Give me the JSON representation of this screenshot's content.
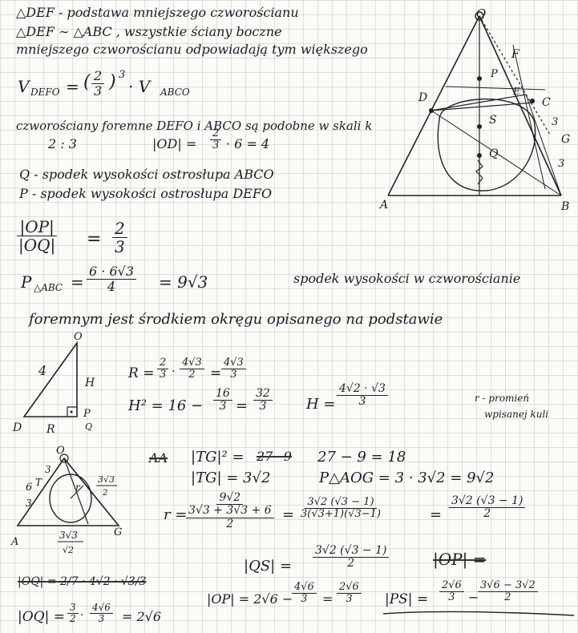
{
  "notes": {
    "line1": "△DEF - podstawa mniejszego czworościanu",
    "line2": "△DEF ∼ △ABC , wszystkie ściany boczne",
    "line3": "mniejszego czworościanu odpowiadają tym większego",
    "volume_lhs": "V",
    "volume_lhs_sub": "DEFO",
    "volume_eq": "=",
    "volume_frac_num": "2",
    "volume_frac_den": "3",
    "volume_exp": "3",
    "volume_rhs": "· V",
    "volume_rhs_sub": "ABCO",
    "line5": "czworościany foremne DEFO i ABCO są podobne w skali k",
    "ratio": "2 : 3",
    "od_eq": "|OD| =",
    "od_frac_num": "2",
    "od_frac_den": "3",
    "od_tail": "· 6 = 4",
    "q_def": "Q - spodek wysokości ostrosłupa ABCO",
    "p_def": "P - spodek wysokości ostrosłupa DEFO",
    "op_num": "|OP|",
    "op_den": "|OQ|",
    "op_eq": "=",
    "op_val_num": "2",
    "op_val_den": "3",
    "area_lhs": "P",
    "area_sub": "△ABC",
    "area_eq": "=",
    "area_num": "6 · 6√3",
    "area_den": "4",
    "area_res": "= 9√3",
    "foot_text1": "spodek wysokości w czworościanie",
    "foot_text2": "foremnym jest środkiem okręgu opisanego na podstawie",
    "r_lhs": "R =",
    "r_f1_num": "2",
    "r_f1_den": "3",
    "r_f2_num": "4√3",
    "r_f2_den": "2",
    "r_eq2": "=",
    "r_f3_num": "4√3",
    "r_f3_den": "3",
    "h2_lhs": "H² = 16 −",
    "h2_f1_num": "16",
    "h2_f1_den": "3",
    "h2_eq": "=",
    "h2_f2_num": "32",
    "h2_f2_den": "3",
    "h_lhs": "H =",
    "h_num": "4√2 · √3",
    "h_den": "3",
    "rnote1": "r - promień",
    "rnote2": "wpisanej kuli",
    "tg_line1_strike": "AA",
    "tg_line1": "|TG|² =",
    "tg_line1_strike2": "27−9",
    "tg_line1_res": "27 − 9 = 18",
    "tg_line2": "|TG| = 3√2",
    "area_aog": "P△AOG = 3 · 3√2 = 9√2",
    "r_eq": "r =",
    "r_big_num": "9√2",
    "r_big_den": "3√3 + 3√3 + 6",
    "r_big_den2": "2",
    "r_mid_num": "3√2 (√3 − 1)",
    "r_mid_den": "3(√3+1)(√3−1)",
    "r_res_num": "3√2 (√3 − 1)",
    "r_res_den": "2",
    "qs_lhs": "|QS| =",
    "qs_num": "3√2 (√3 − 1)",
    "qs_den": "2",
    "scribble": "|OP| =",
    "oq_strike": "|OQ| = 2/7 · 4√2 · √3/3",
    "op_line": "|OP| = 2√6 −",
    "op_line_num": "4√6",
    "op_line_den": "3",
    "op_line_eq": "=",
    "op_line_res_num": "2√6",
    "op_line_res_den": "3",
    "ps_lhs": "|PS| =",
    "ps_num1": "2√6",
    "ps_den1": "3",
    "ps_minus": "−",
    "ps_num2": "3√6 − 3√2",
    "ps_den2": "2",
    "oq_final": "|OQ| =",
    "oq_f1_num": "3",
    "oq_f1_den": "2",
    "oq_f2_num": "4√6",
    "oq_f2_den": "3",
    "oq_final_res": "= 2√6"
  },
  "fig_tetra": {
    "labels": {
      "O": "O",
      "F": "F",
      "P": "P",
      "D": "D",
      "E": "E",
      "C": "C",
      "S": "S",
      "Q": "Q",
      "A": "A",
      "B": "B",
      "G": "G",
      "three1": "3",
      "three2": "3"
    }
  },
  "fig_right": {
    "labels": {
      "O": "O",
      "four": "4",
      "H": "H",
      "D": "D",
      "R": "R",
      "P": "P",
      "Q": "Q"
    }
  },
  "fig_incircle": {
    "labels": {
      "O": "O",
      "three_top": "3",
      "six": "6",
      "T": "T",
      "three_left": "3",
      "r": "r",
      "side": "3√3",
      "side_den": "2",
      "base_num": "3√3",
      "base_den": "√2",
      "A": "A",
      "G": "G"
    }
  }
}
